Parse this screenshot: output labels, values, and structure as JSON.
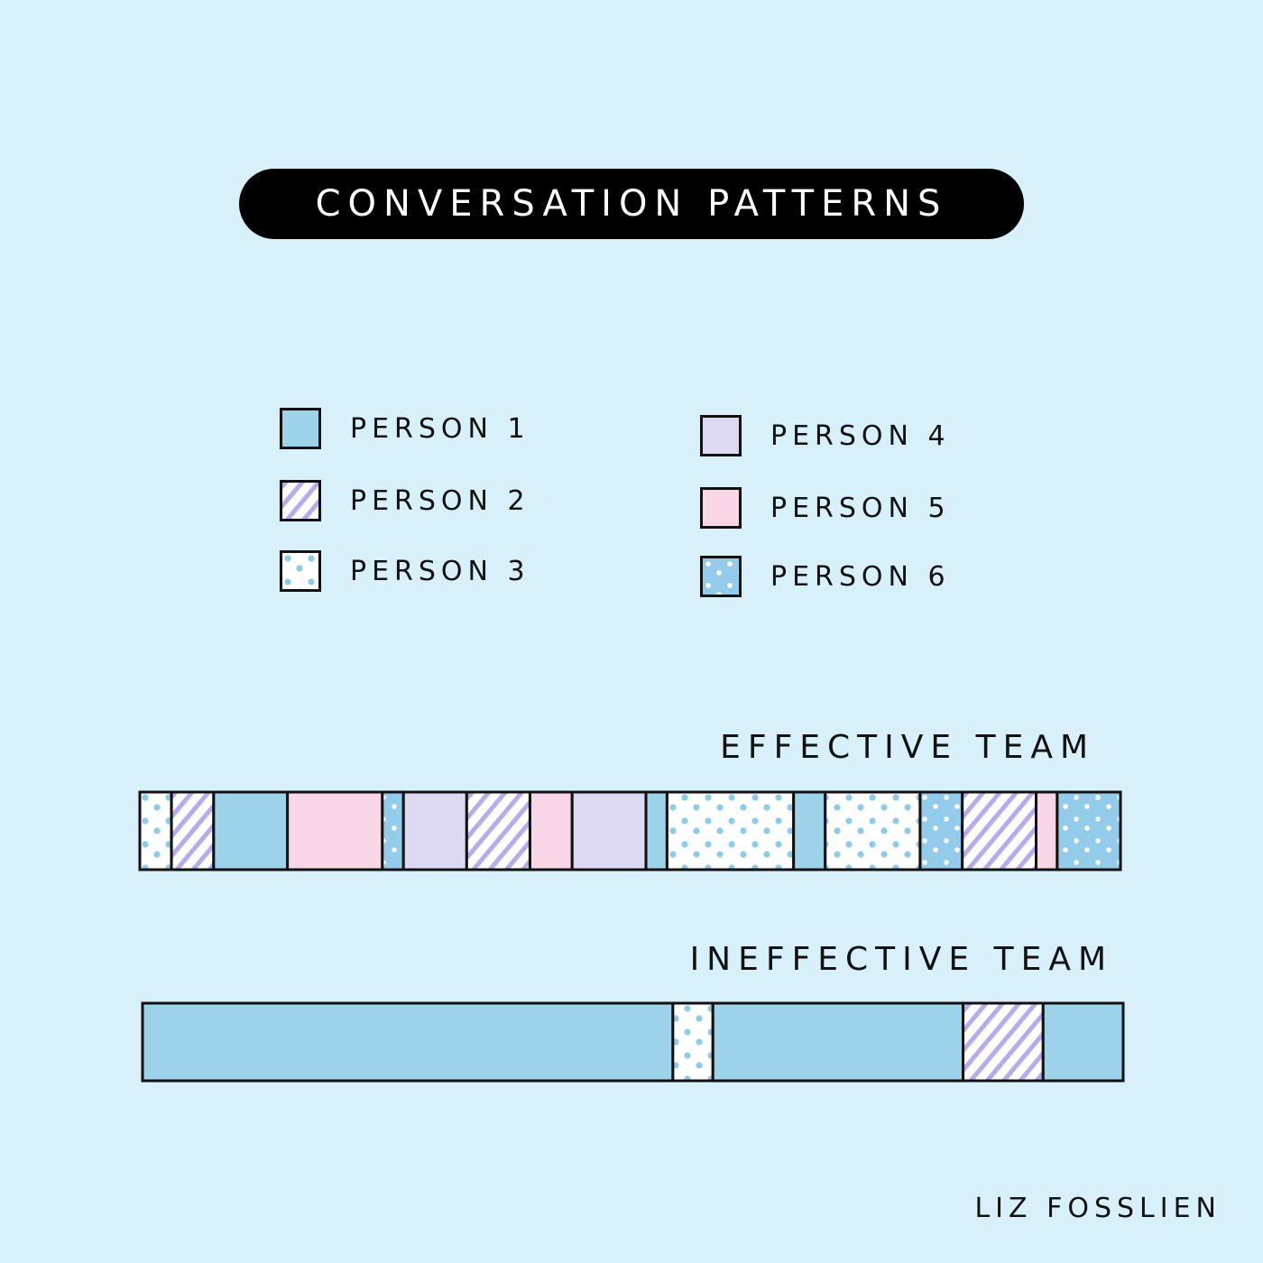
{
  "title": "CONVERSATION PATTERNS",
  "credit": "LIZ FOSSLIEN",
  "colors": {
    "background": "#d8f0fa",
    "person1": "#9dd3ea",
    "person2_stripe": "#b9aaf0",
    "person3_dot": "#8ccbea",
    "person4": "#ddd9f3",
    "person5": "#f8d6e8",
    "person6": "#93cbea",
    "outline": "#111111"
  },
  "legend": [
    {
      "label": "PERSON 1",
      "pattern": "person1"
    },
    {
      "label": "PERSON 2",
      "pattern": "person2"
    },
    {
      "label": "PERSON 3",
      "pattern": "person3"
    },
    {
      "label": "PERSON 4",
      "pattern": "person4"
    },
    {
      "label": "PERSON 5",
      "pattern": "person5"
    },
    {
      "label": "PERSON 6",
      "pattern": "person6"
    }
  ],
  "chart_data": [
    {
      "type": "bar",
      "title": "EFFECTIVE TEAM",
      "segments": [
        {
          "person": 3,
          "length": 3
        },
        {
          "person": 2,
          "length": 4
        },
        {
          "person": 1,
          "length": 7
        },
        {
          "person": 5,
          "length": 9
        },
        {
          "person": 6,
          "length": 2
        },
        {
          "person": 4,
          "length": 6
        },
        {
          "person": 2,
          "length": 6
        },
        {
          "person": 5,
          "length": 4
        },
        {
          "person": 4,
          "length": 7
        },
        {
          "person": 1,
          "length": 2
        },
        {
          "person": 3,
          "length": 12
        },
        {
          "person": 1,
          "length": 3
        },
        {
          "person": 3,
          "length": 9
        },
        {
          "person": 6,
          "length": 4
        },
        {
          "person": 2,
          "length": 7
        },
        {
          "person": 5,
          "length": 2
        },
        {
          "person": 6,
          "length": 6
        }
      ]
    },
    {
      "type": "bar",
      "title": "INEFFECTIVE TEAM",
      "segments": [
        {
          "person": 1,
          "length": 53
        },
        {
          "person": 3,
          "length": 4
        },
        {
          "person": 1,
          "length": 25
        },
        {
          "person": 2,
          "length": 8
        },
        {
          "person": 1,
          "length": 8
        }
      ]
    }
  ]
}
